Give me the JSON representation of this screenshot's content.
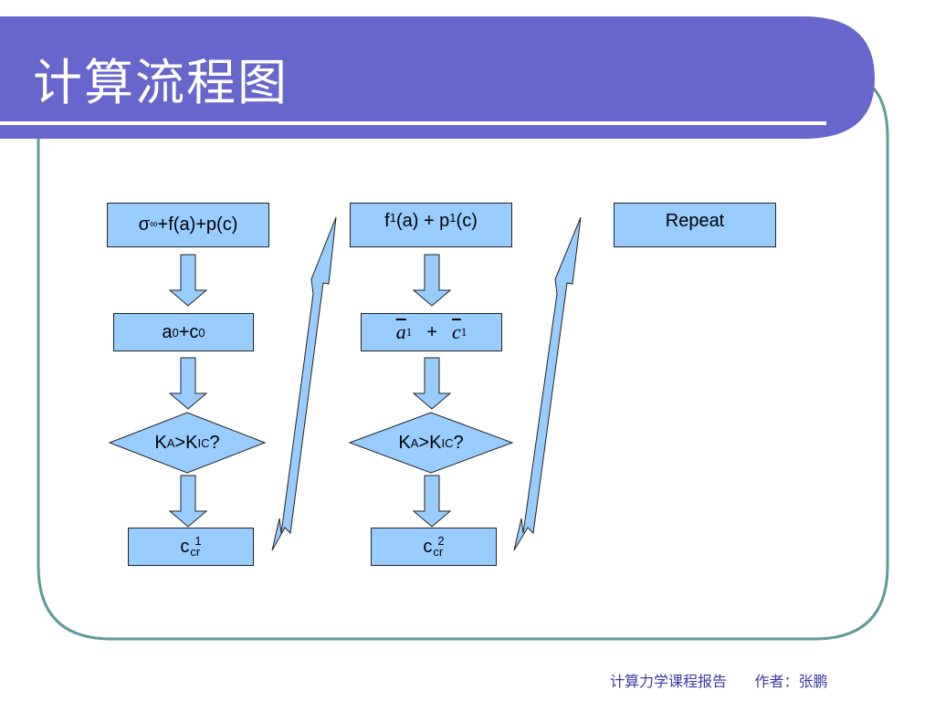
{
  "title": "计算流程图",
  "footer": {
    "course": "计算力学课程报告",
    "author": "作者：张鹏"
  },
  "colors": {
    "banner": "#6666cc",
    "frame": "#5f9a9a",
    "node_fill": "#99ccff",
    "footer_text": "#3a3aa0"
  },
  "flowchart": {
    "col1": {
      "start": {
        "main": "σ",
        "sup": "∞",
        "rest": "+f(a)+p(c)"
      },
      "step": {
        "a": "a",
        "a_sub": "0",
        "plus": "+c",
        "c_sub": "0"
      },
      "decision": {
        "k": "K",
        "a_sub": "A",
        "gt": ">K",
        "ic_sub": "IC",
        "q": "?"
      },
      "result": {
        "c": "c",
        "sub": "cr",
        "sup": "1"
      }
    },
    "col2": {
      "start": {
        "f": "f",
        "f_sub": "1",
        "mid": "(a) + p",
        "p_sub": "1",
        "end": "(c)"
      },
      "step": {
        "a": "a",
        "a_sub": "1",
        "plus": "+",
        "c": "c",
        "c_sub": "1"
      },
      "decision": {
        "k": "K",
        "a_sub": "A",
        "gt": ">K",
        "ic_sub": "IC",
        "q": "?"
      },
      "result": {
        "c": "c",
        "sub": "cr",
        "sup": "2"
      }
    },
    "col3": {
      "repeat": "Repeat"
    }
  }
}
